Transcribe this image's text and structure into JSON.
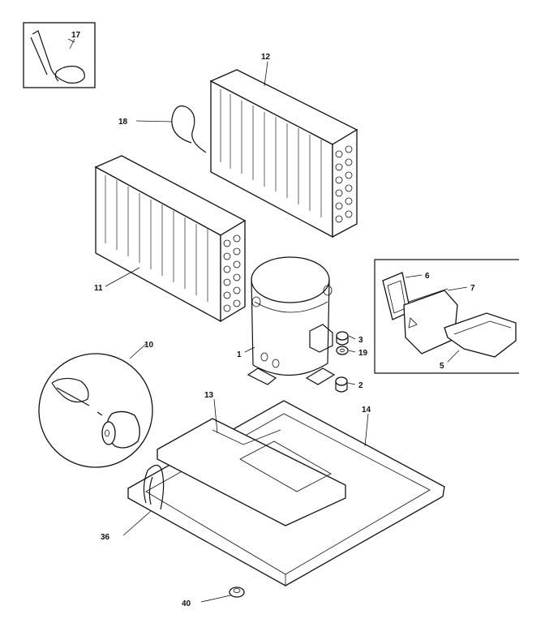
{
  "diagram": {
    "callouts": [
      {
        "id": "c17",
        "label": "17"
      },
      {
        "id": "c12",
        "label": "12"
      },
      {
        "id": "c18",
        "label": "18"
      },
      {
        "id": "c11",
        "label": "11"
      },
      {
        "id": "c6",
        "label": "6"
      },
      {
        "id": "c7",
        "label": "7"
      },
      {
        "id": "c3",
        "label": "3"
      },
      {
        "id": "c19",
        "label": "19"
      },
      {
        "id": "c1",
        "label": "1"
      },
      {
        "id": "c2",
        "label": "2"
      },
      {
        "id": "c5",
        "label": "5"
      },
      {
        "id": "c10",
        "label": "10"
      },
      {
        "id": "c13",
        "label": "13"
      },
      {
        "id": "c14",
        "label": "14"
      },
      {
        "id": "c36",
        "label": "36"
      },
      {
        "id": "c40",
        "label": "40"
      }
    ]
  }
}
